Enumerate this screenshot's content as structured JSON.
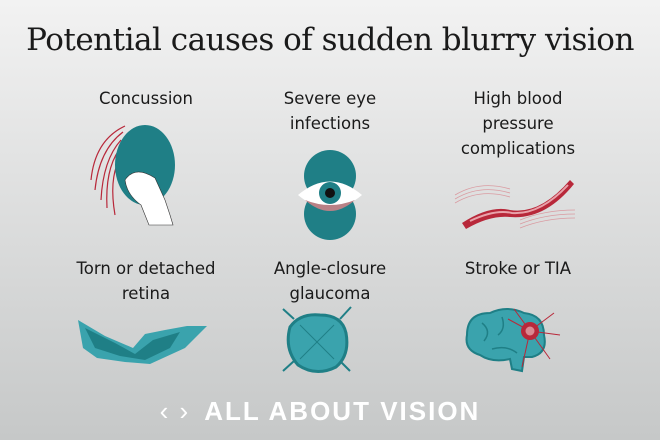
{
  "title": "Potential causes of sudden blurry vision",
  "causes": [
    {
      "label": "Concussion",
      "icon": "head-hand-icon"
    },
    {
      "label": "Severe eye infections",
      "icon": "eye-icon"
    },
    {
      "label": "High blood pressure complications",
      "icon": "blood-vessel-icon"
    },
    {
      "label": "Torn or detached retina",
      "icon": "retina-icon"
    },
    {
      "label": "Angle-closure glaucoma",
      "icon": "pressure-eye-icon"
    },
    {
      "label": "Stroke or TIA",
      "icon": "brain-icon"
    }
  ],
  "logo": {
    "mark": "‹ ›",
    "text": "ALL ABOUT VISION"
  },
  "colors": {
    "teal": "#1f7f86",
    "red": "#b8283a",
    "light_teal": "#3aa3ad"
  }
}
